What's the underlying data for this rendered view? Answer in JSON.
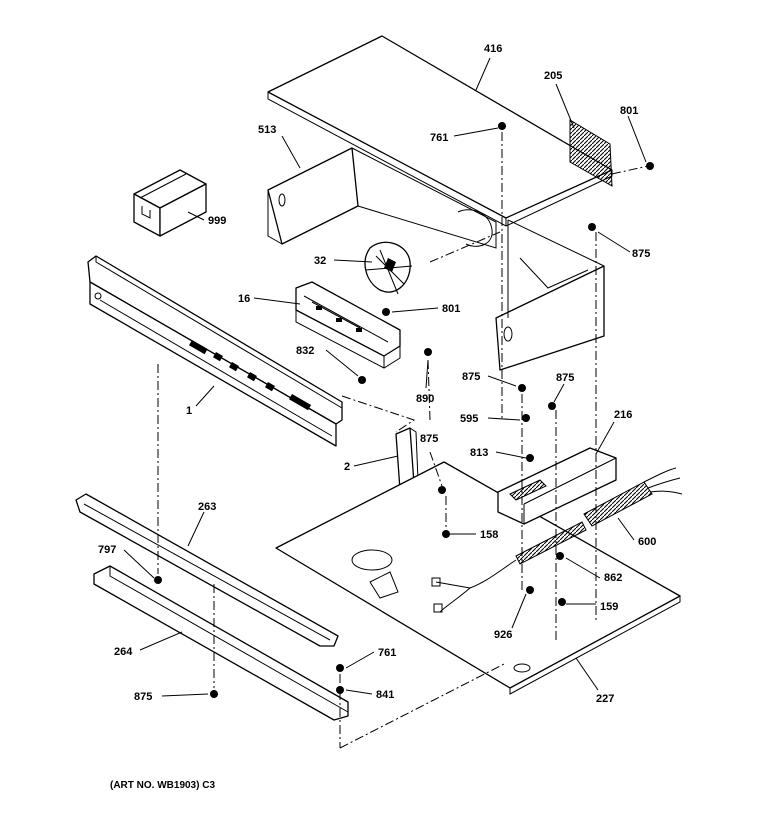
{
  "labels": {
    "p416": "416",
    "p205": "205",
    "p801a": "801",
    "p761a": "761",
    "p513": "513",
    "p999": "999",
    "p875a": "875",
    "p32": "32",
    "p16": "16",
    "p801b": "801",
    "p832": "832",
    "p890": "890",
    "p875b": "875",
    "p875c": "875",
    "p595": "595",
    "p216": "216",
    "p1": "1",
    "p875d": "875",
    "p813": "813",
    "p2": "2",
    "p600": "600",
    "p158": "158",
    "p263": "263",
    "p797": "797",
    "p862": "862",
    "p159": "159",
    "p264": "264",
    "p926": "926",
    "p761b": "761",
    "p841": "841",
    "p875e": "875",
    "p227": "227"
  },
  "footer": {
    "art_no": "(ART NO. WB1903) C3"
  }
}
